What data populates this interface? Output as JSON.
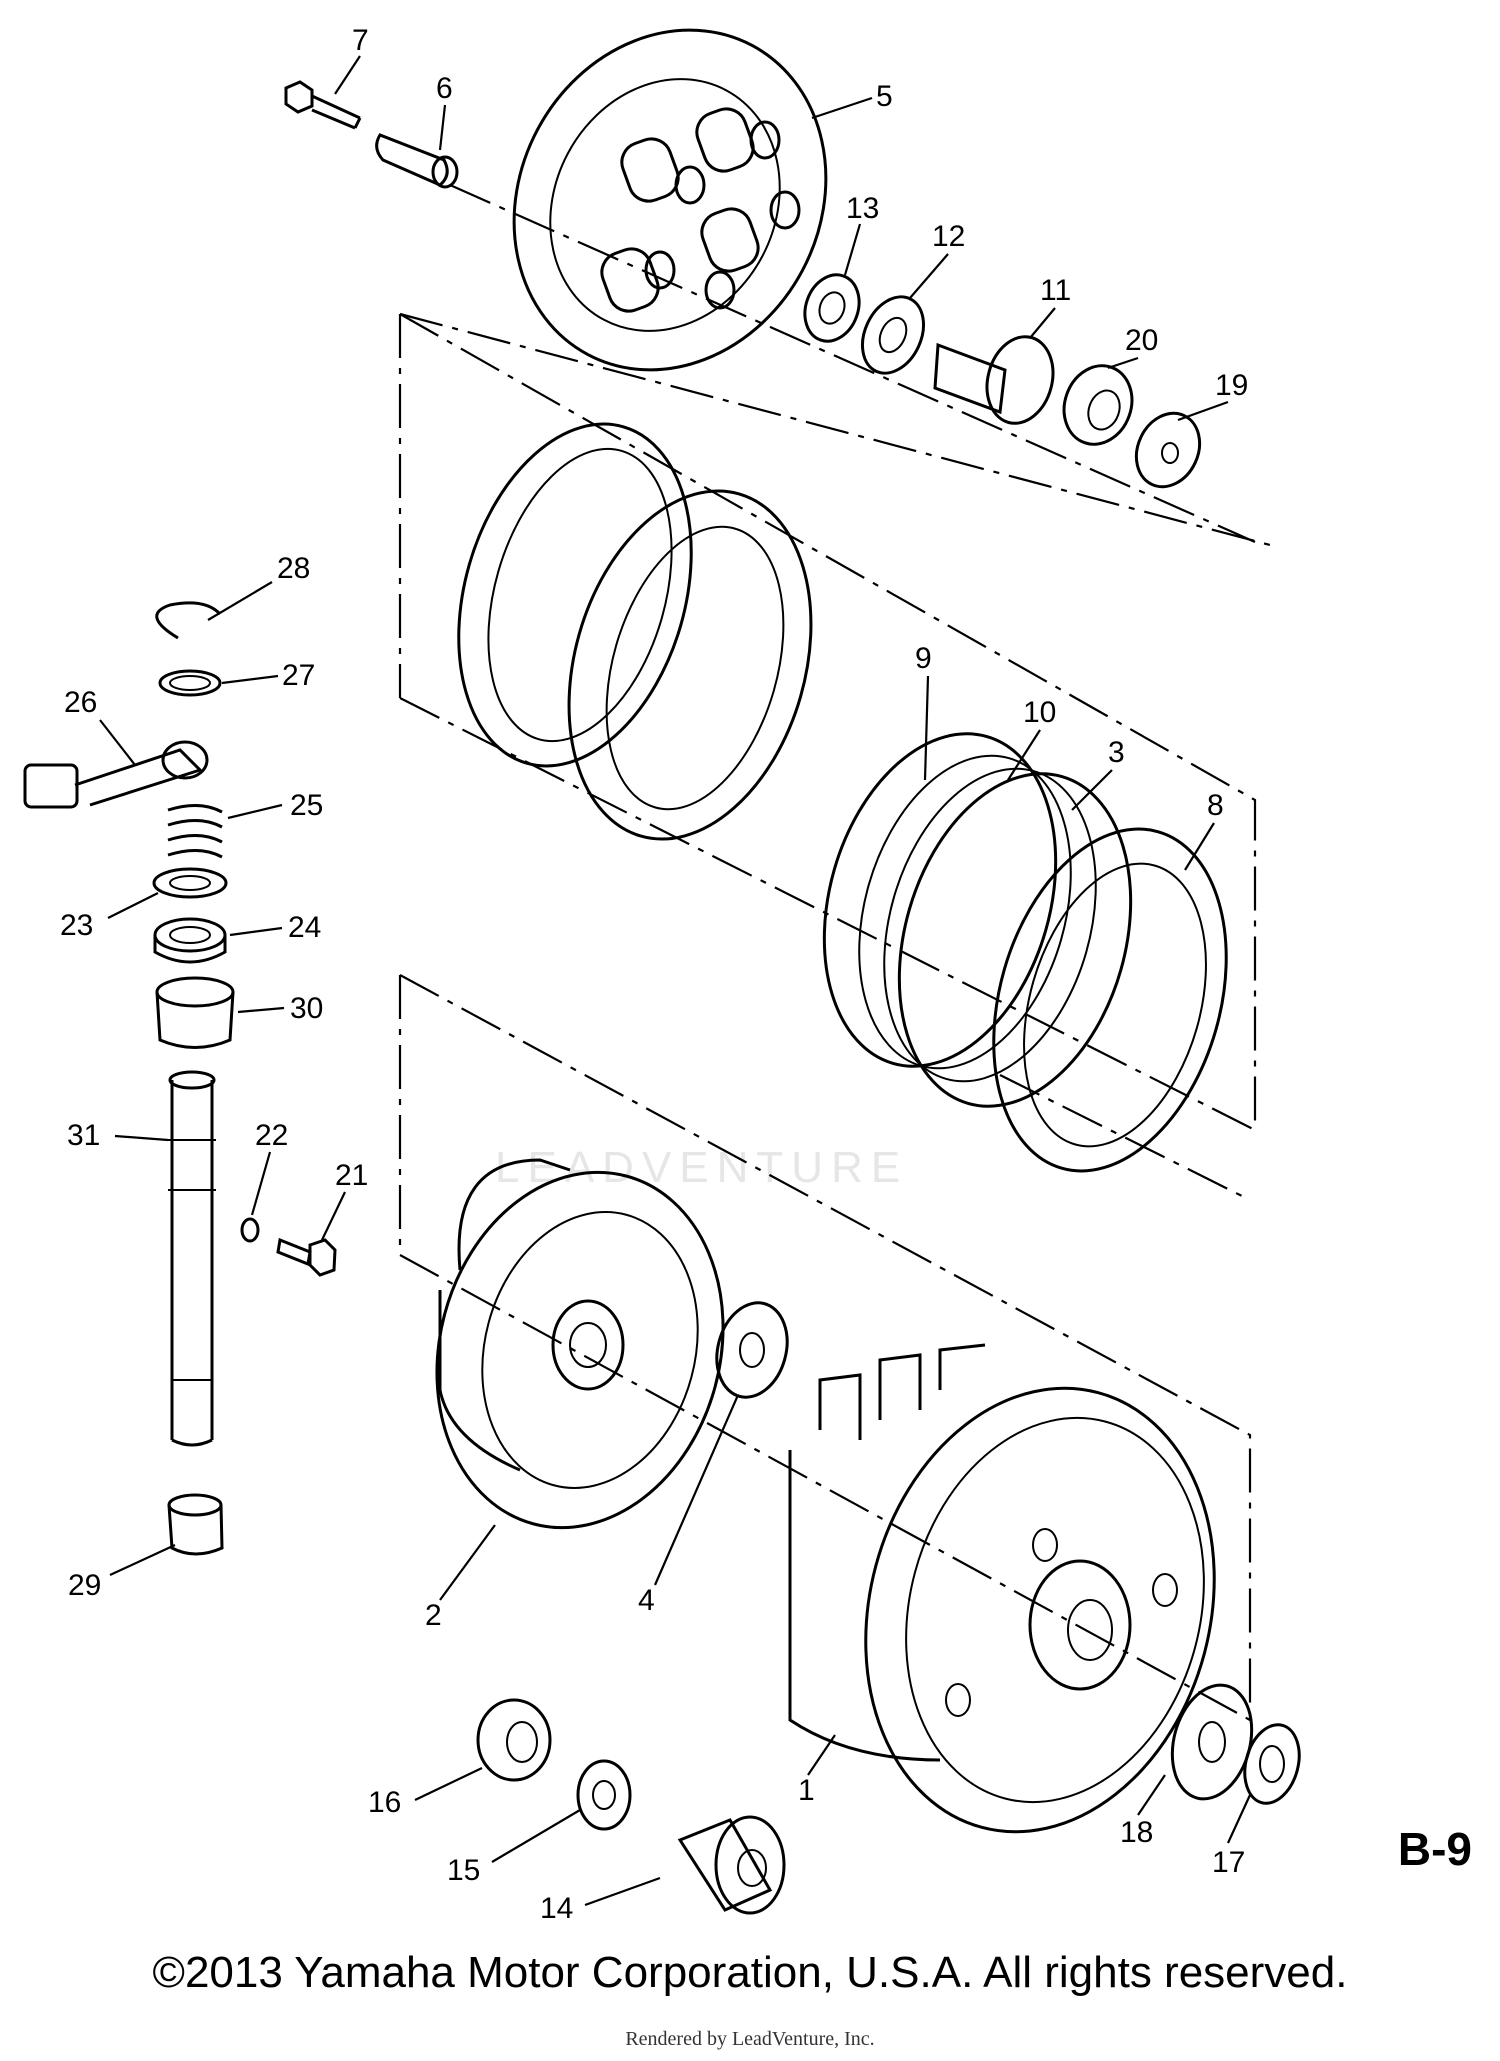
{
  "diagram": {
    "callouts": [
      "1",
      "2",
      "3",
      "4",
      "5",
      "6",
      "7",
      "8",
      "9",
      "10",
      "11",
      "12",
      "13",
      "14",
      "15",
      "16",
      "17",
      "18",
      "19",
      "20",
      "21",
      "22",
      "23",
      "24",
      "25",
      "26",
      "27",
      "28",
      "29",
      "30",
      "31"
    ]
  },
  "watermark_text": "LEADVENTURE",
  "page_code": "B-9",
  "copyright": "©2013 Yamaha Motor Corporation, U.S.A. All rights reserved.",
  "rendered_by": "Rendered by LeadVenture, Inc."
}
